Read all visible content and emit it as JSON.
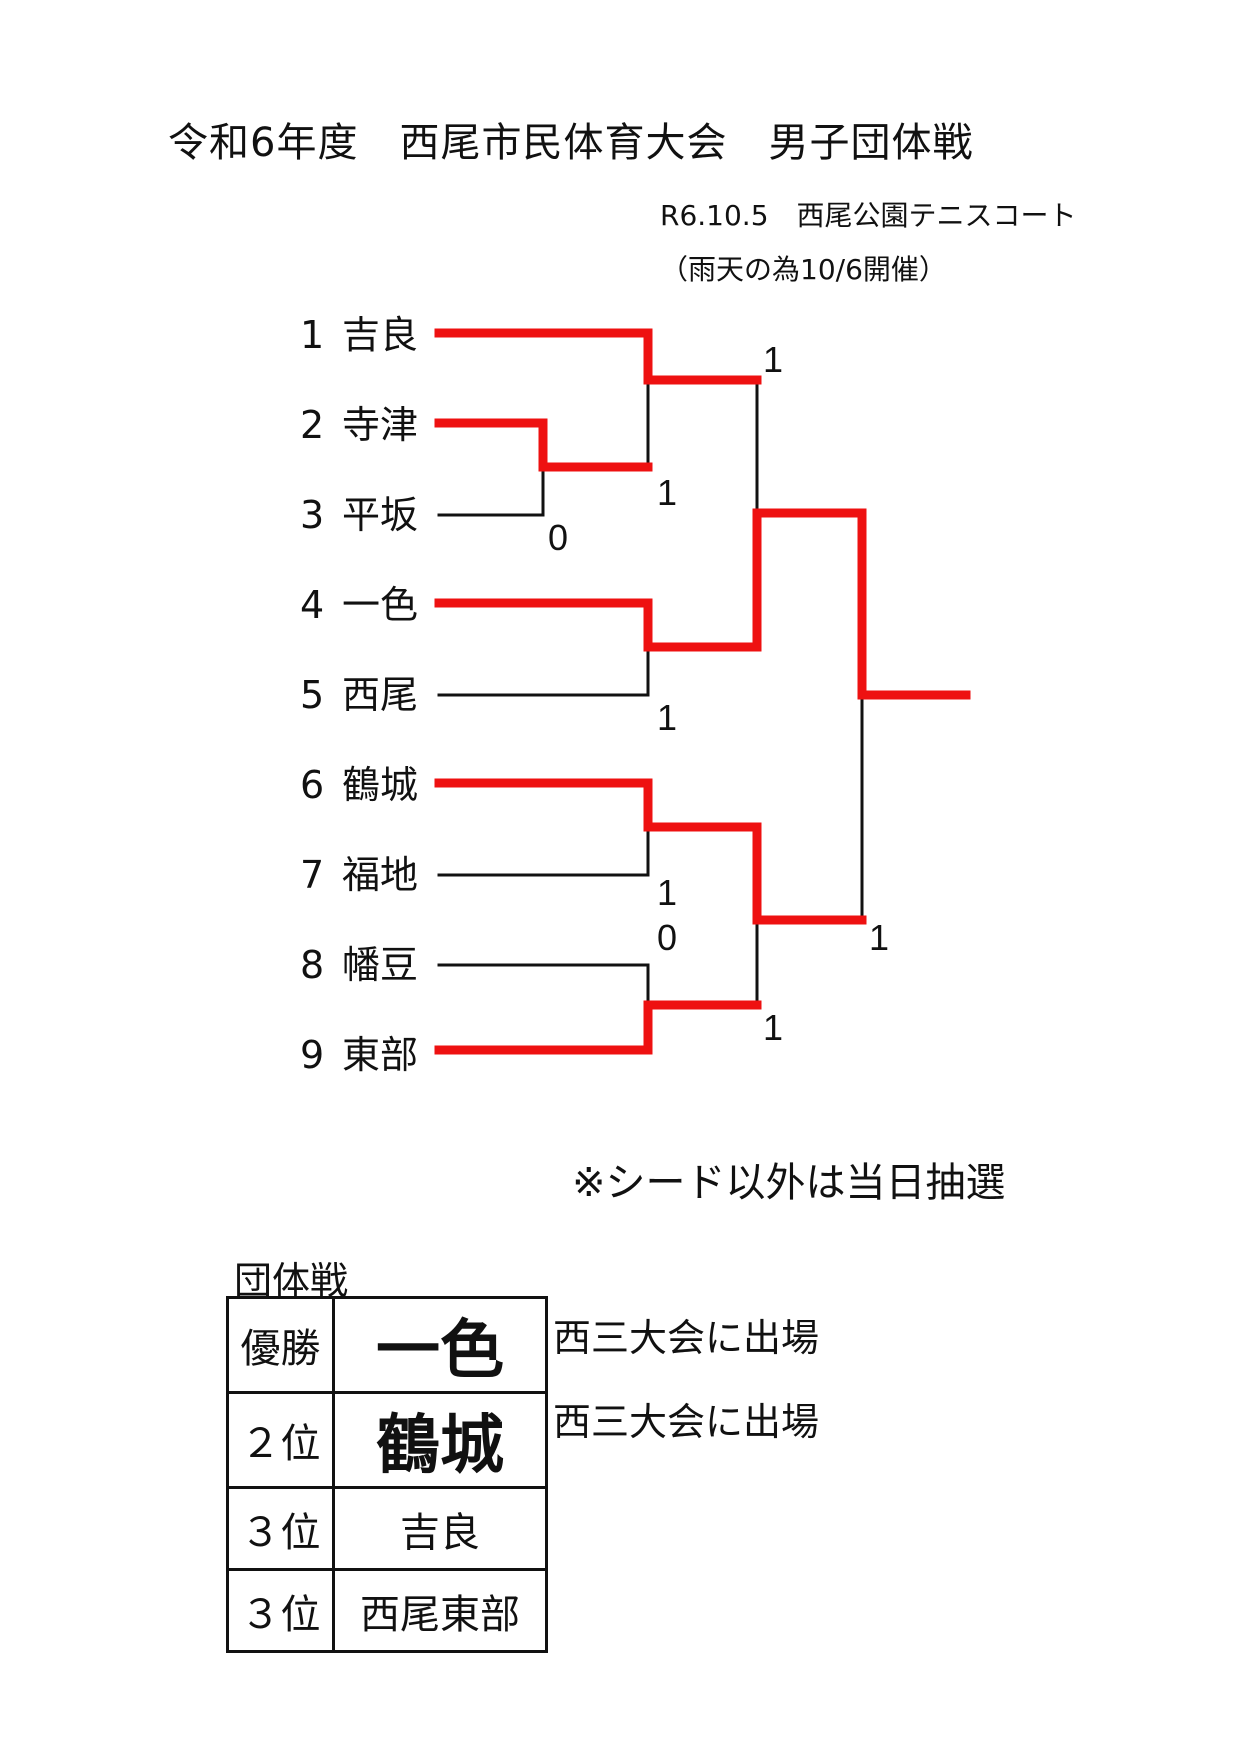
{
  "header": {
    "title": "令和6年度　西尾市民体育大会　男子団体戦",
    "date_venue": "R6.10.5　西尾公園テニスコート",
    "rain_note": "（雨天の為10/6開催）"
  },
  "colors": {
    "winner_line": "#ee1111",
    "loser_line": "#111111"
  },
  "bracket": {
    "teams": [
      {
        "seed": "1",
        "name": "吉良"
      },
      {
        "seed": "2",
        "name": "寺津"
      },
      {
        "seed": "3",
        "name": "平坂"
      },
      {
        "seed": "4",
        "name": "一色"
      },
      {
        "seed": "5",
        "name": "西尾"
      },
      {
        "seed": "6",
        "name": "鶴城"
      },
      {
        "seed": "7",
        "name": "福地"
      },
      {
        "seed": "8",
        "name": "幡豆"
      },
      {
        "seed": "9",
        "name": "東部"
      }
    ],
    "scores": {
      "m1_tera": "1",
      "m1_hira": "0",
      "m2_winner": "1",
      "m3_winner": "1",
      "m4_winner": "1",
      "m5_fuku": "1",
      "m5_hazu": "0",
      "m6_winner": "1",
      "m7_winner": "1"
    },
    "champion": "一色"
  },
  "seed_note": "※シード以外は当日抽選",
  "results": {
    "heading": "団体戦",
    "rows": [
      {
        "rank": "優勝",
        "team": "一色",
        "note": "西三大会に出場"
      },
      {
        "rank": "２位",
        "team": "鶴城",
        "note": "西三大会に出場"
      },
      {
        "rank": "３位",
        "team": "吉良",
        "note": ""
      },
      {
        "rank": "３位",
        "team": "西尾東部",
        "note": ""
      }
    ]
  }
}
